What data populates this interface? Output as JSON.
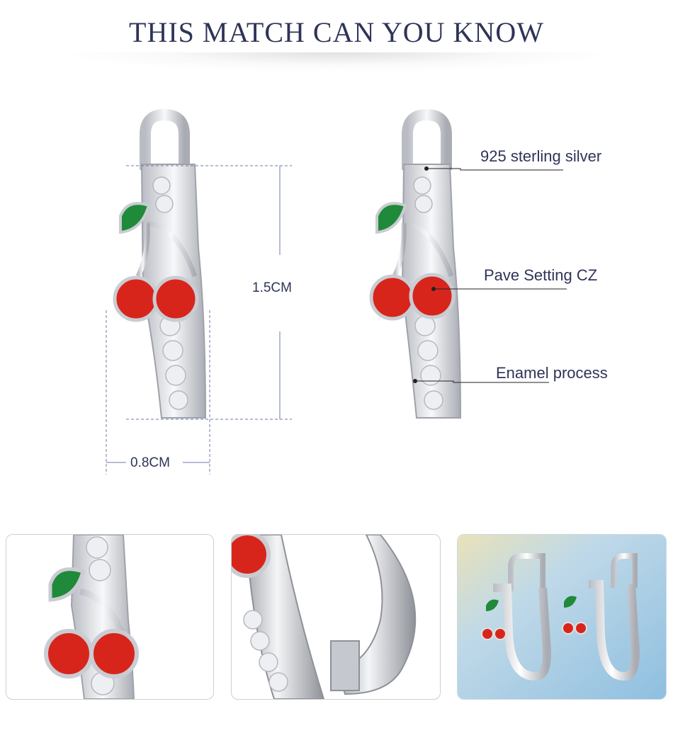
{
  "header": {
    "title": "THIS MATCH CAN YOU KNOW"
  },
  "dimensions": {
    "height_label": "1.5CM",
    "width_label": "0.8CM"
  },
  "callouts": [
    {
      "label": "925 sterling silver"
    },
    {
      "label": "Pave Setting CZ"
    },
    {
      "label": "Enamel process"
    }
  ],
  "colors": {
    "title": "#2f3458",
    "enamel_red": "#d8251c",
    "enamel_green": "#1f8a3a",
    "silver": "#d9dbe0",
    "guide_line": "#6f78a8"
  },
  "icons": [
    "earring-dimension-image",
    "earring-feature-image",
    "cherry-closeup-image",
    "hinge-closeup-image",
    "earrings-pair-photo"
  ]
}
